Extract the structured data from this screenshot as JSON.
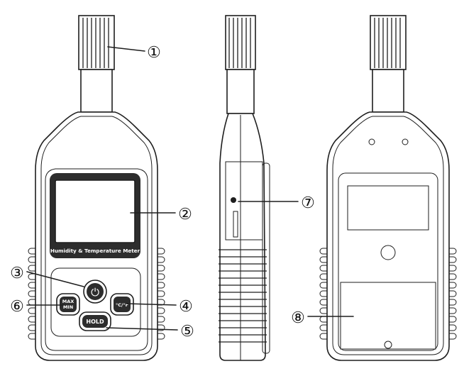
{
  "front": {
    "strip_label": "Humidity & Temperature Meter",
    "buttons": {
      "power_symbol": "⏻",
      "max_line1": "MAX",
      "max_line2": "MIN",
      "unit_label": "°C/°F",
      "hold_label": "HOLD"
    }
  },
  "callouts": [
    {
      "number": "①"
    },
    {
      "number": "②"
    },
    {
      "number": "③"
    },
    {
      "number": "④"
    },
    {
      "number": "⑤"
    },
    {
      "number": "⑥"
    },
    {
      "number": "⑦"
    },
    {
      "number": "⑧"
    }
  ]
}
